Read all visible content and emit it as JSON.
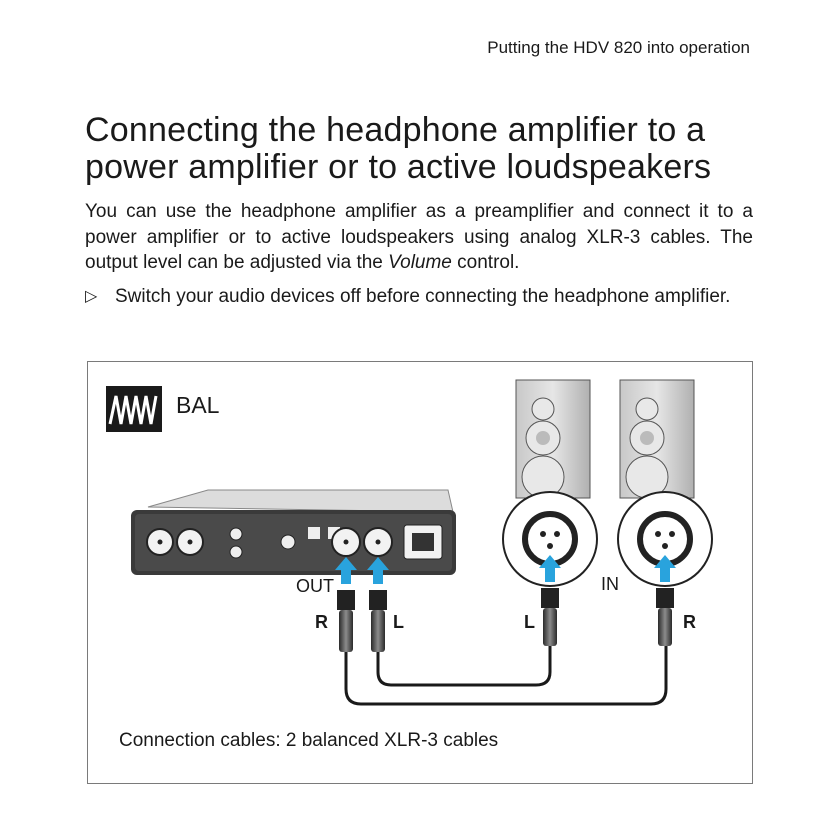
{
  "header": {
    "section": "Putting the HDV 820 into operation"
  },
  "title": "Connecting the headphone amplifier to a power amplifier or to active loudspeakers",
  "intro": {
    "before": "You can use the headphone amplifier as a preamplifier and connect it to a power amplifier or to active loudspeakers using analog XLR-3 cables. The output level can be adjusted via the ",
    "emphasis": "Volume",
    "after": " control."
  },
  "step": {
    "marker": "▷",
    "text": "Switch your audio devices off before connecting the headphone amplifier."
  },
  "figure": {
    "mode_label": "BAL",
    "out_label": "OUT",
    "in_label": "IN",
    "out_r": "R",
    "out_l": "L",
    "in_l": "L",
    "in_r": "R",
    "caption": "Connection cables: 2 balanced XLR-3 cables",
    "arrow_color": "#29a3dd"
  }
}
